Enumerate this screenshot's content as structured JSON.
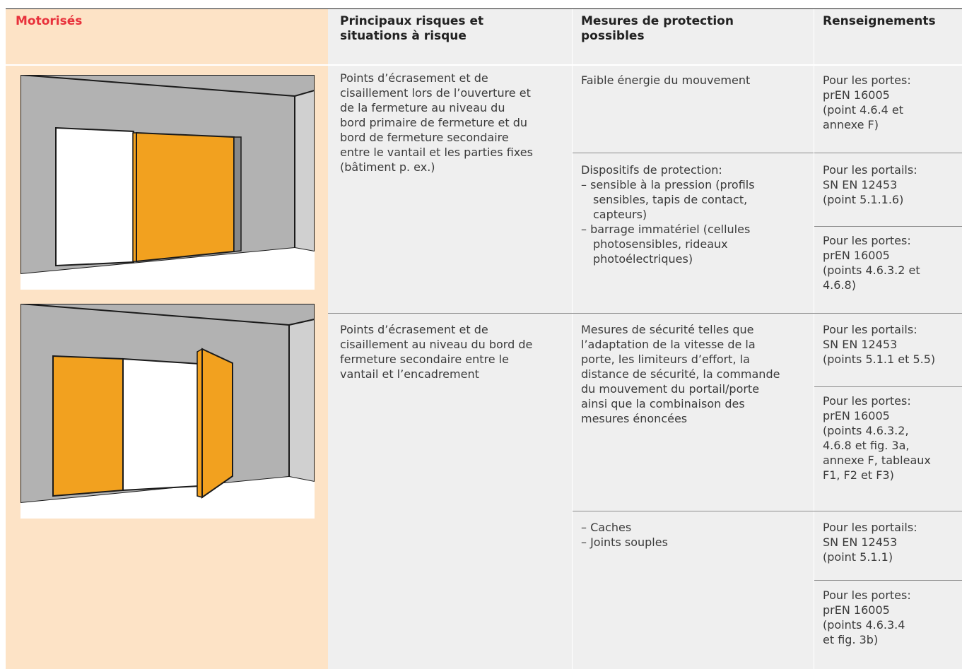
{
  "header": {
    "col1": "Motorisés",
    "col2_line1": "Principaux risques et",
    "col2_line2": "situations à risque",
    "col3_line1": "Mesures de protection",
    "col3_line2": "possibles",
    "col4": "Renseignements"
  },
  "rows": {
    "risk1": [
      "Points d’écrasement et de",
      "cisaillement lors de l’ouverture et",
      "de la fermeture au niveau du",
      "bord primaire de fermeture et du",
      "bord de fermeture secondaire",
      "entre le vantail et les parties fixes",
      "(bâtiment p. ex.)"
    ],
    "risk2": [
      "Points d’écrasement et de",
      "cisaillement au niveau du bord de",
      "fermeture secondaire entre le",
      "vantail et l’encadrement"
    ],
    "measure1": [
      "Faible énergie du mouvement"
    ],
    "measure2_title": "Dispositifs de protection:",
    "measure2_item1": [
      "– sensible à la pression (profils",
      "sensibles, tapis de contact,",
      "capteurs)"
    ],
    "measure2_item2": [
      "– barrage immatériel (cellules",
      "photosensibles, rideaux",
      "photoélectriques)"
    ],
    "measure3": [
      "Mesures de sécurité telles que",
      "l’adaptation de la vitesse de la",
      "porte, les limiteurs d’effort, la",
      "distance de sécurité, la commande",
      "du mouvement du portail/porte",
      "ainsi que la combinaison des",
      "mesures énoncées"
    ],
    "measure4": [
      "– Caches",
      "– Joints souples"
    ],
    "info1": [
      "Pour les portes:",
      "prEN 16005",
      "(point 4.6.4 et",
      "annexe F)"
    ],
    "info2": [
      "Pour les portails:",
      "SN EN 12453",
      "(point 5.1.1.6)"
    ],
    "info3": [
      "Pour les portes:",
      "prEN 16005",
      "(points 4.6.3.2 et",
      "4.6.8)"
    ],
    "info4": [
      "Pour les portails:",
      "SN EN 12453",
      "(points 5.1.1 et 5.5)"
    ],
    "info5": [
      "Pour les portes:",
      "prEN 16005",
      "(points 4.6.3.2,",
      "4.6.8 et fig. 3a,",
      "annexe F, tableaux",
      "F1, F2 et F3)"
    ],
    "info6": [
      "Pour les portails:",
      "SN EN 12453",
      "(point 5.1.1)"
    ],
    "info7": [
      "Pour les portes:",
      "prEN 16005",
      "(points 4.6.3.4",
      "et fig. 3b)"
    ]
  },
  "illustrations": {
    "sliding_door": "sliding-door-illustration",
    "swing_gate": "swing-gate-illustration"
  },
  "colors": {
    "header_red": "#e8313b",
    "image_column": "#fde3c6",
    "cell_gray": "#efefef",
    "wall_gray": "#b2b2b2",
    "door_orange": "#f2a11f"
  }
}
